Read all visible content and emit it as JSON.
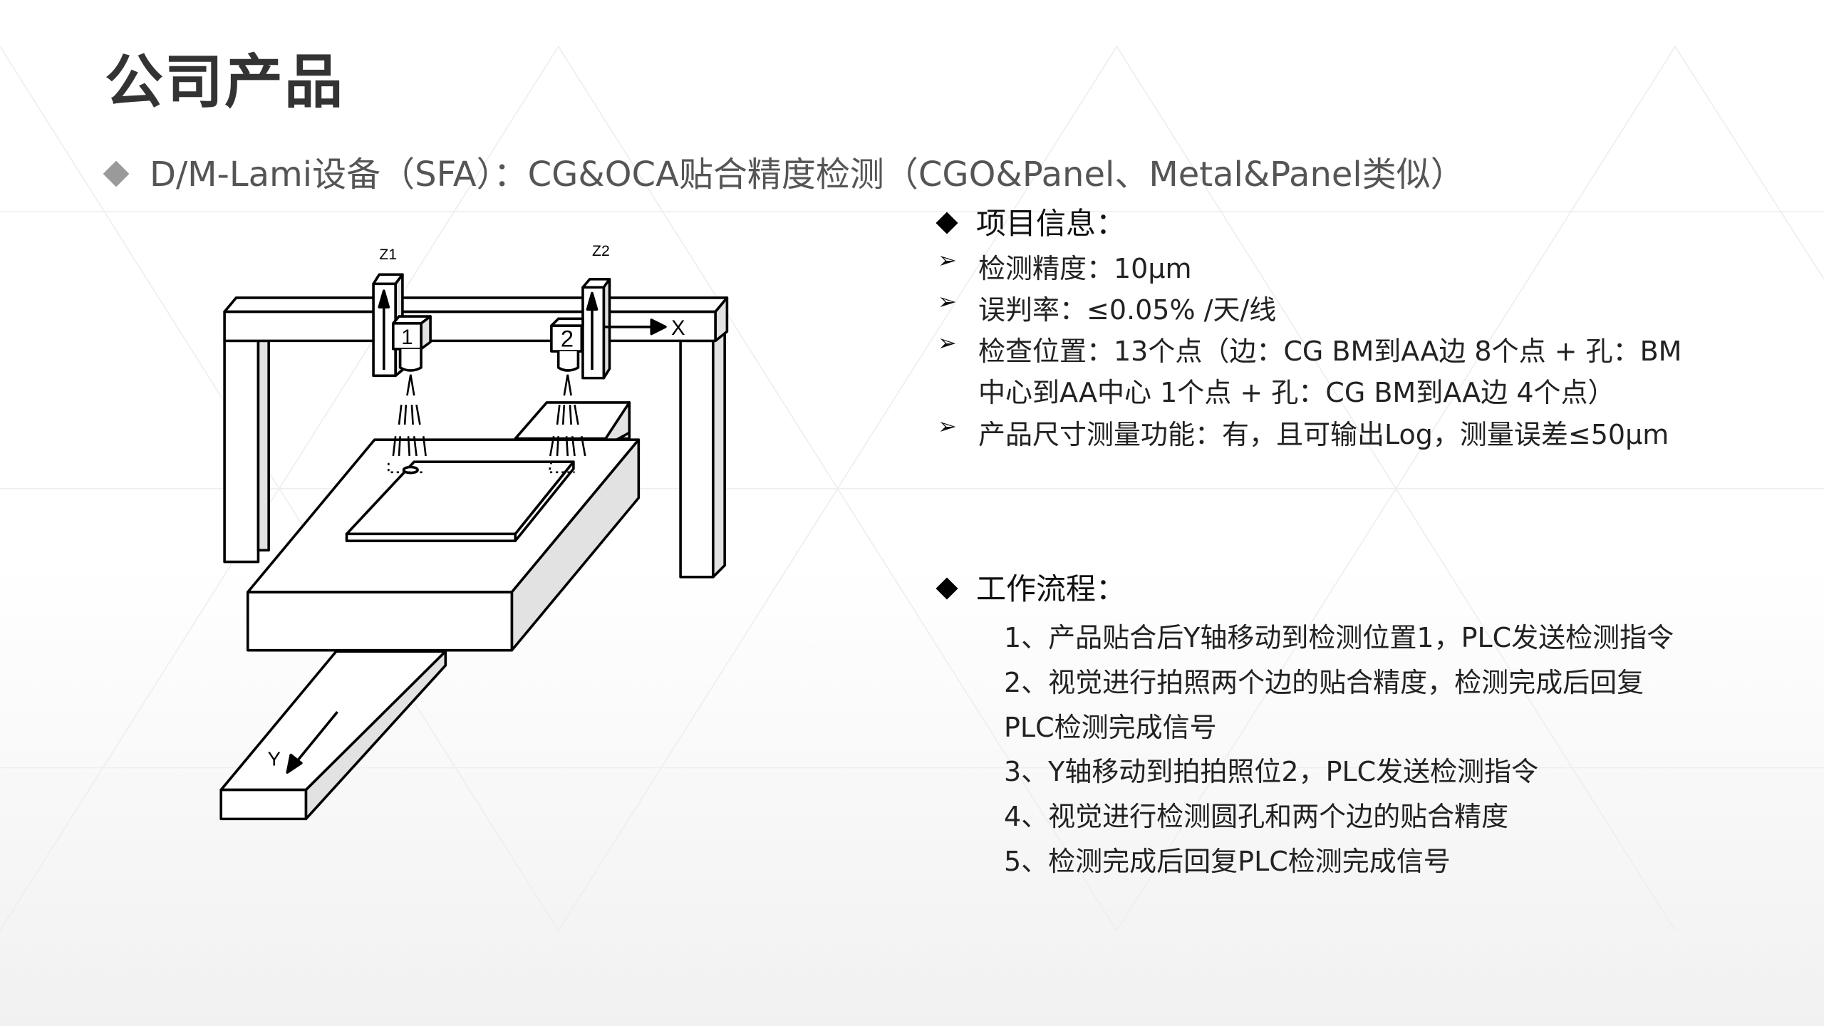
{
  "title": "公司产品",
  "subtitle": "D/M-Lami设备（SFA）：CG&OCA贴合精度检测（CGO&Panel、Metal&Panel类似）",
  "info": {
    "heading": "项目信息：",
    "items": [
      "检测精度：10μm",
      "误判率：≤0.05% /天/线",
      "检查位置：13个点（边：CG BM到AA边 8个点 + 孔：BM",
      "中心到AA中心 1个点 + 孔：CG BM到AA边 4个点）",
      "产品尺寸测量功能：有，且可输出Log，测量误差≤50μm"
    ]
  },
  "workflow": {
    "heading": "工作流程：",
    "steps": [
      "1、产品贴合后Y轴移动到检测位置1，PLC发送检测指令",
      "2、视觉进行拍照两个边的贴合精度，检测完成后回复",
      "PLC检测完成信号",
      "3、Y轴移动到拍拍照位2，PLC发送检测指令",
      "4、视觉进行检测圆孔和两个边的贴合精度",
      "5、检测完成后回复PLC检测完成信号"
    ]
  },
  "diagram": {
    "z1": "Z1",
    "z2": "Z2",
    "cam1": "1",
    "cam2": "2",
    "x_axis": "X",
    "y_axis": "Y"
  }
}
